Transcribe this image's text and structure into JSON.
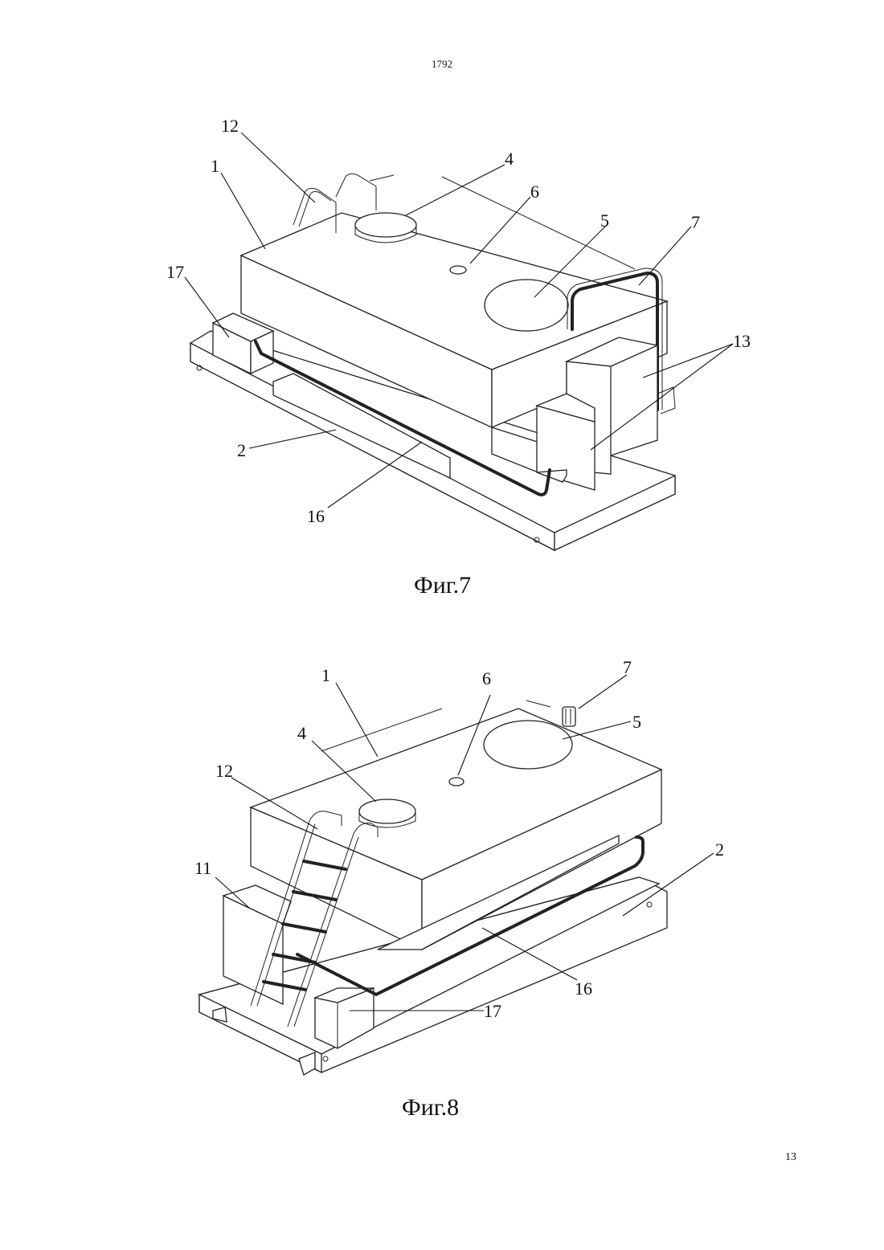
{
  "header": {
    "doc_number": "1792"
  },
  "footer": {
    "page_number": "13"
  },
  "figure7": {
    "caption": "Фиг.7",
    "labels": {
      "l12": "12",
      "l1": "1",
      "l4": "4",
      "l6": "6",
      "l5": "5",
      "l7": "7",
      "l17": "17",
      "l13": "13",
      "l2": "2",
      "l16": "16"
    }
  },
  "figure8": {
    "caption": "Фиг.8",
    "labels": {
      "l1": "1",
      "l6": "6",
      "l7": "7",
      "l5": "5",
      "l4": "4",
      "l12": "12",
      "l11": "11",
      "l2": "2",
      "l16": "16",
      "l17": "17"
    }
  }
}
